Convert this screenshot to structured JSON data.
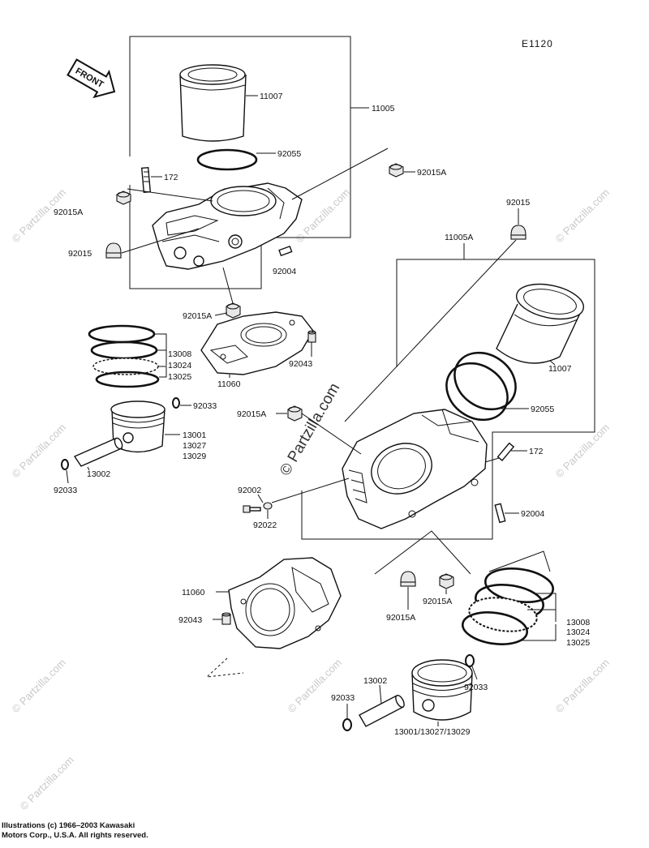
{
  "diagram": {
    "code": "E1120",
    "front_label": "FRONT",
    "watermark": "© Partzilla.com",
    "copyright_lines": [
      "Illustrations (c) 1966–2003 Kawasaki",
      "Motors Corp., U.S.A.  All rights reserved."
    ],
    "labels": {
      "l11007_top": "11007",
      "l11005": "11005",
      "l92055_top": "92055",
      "l172_top": "172",
      "l92015A_tr": "92015A",
      "l92015A_tl": "92015A",
      "l92015_left": "92015",
      "l92004_top": "92004",
      "l92015A_mid": "92015A",
      "l13008_l": "13008",
      "l13024_l": "13024",
      "l13025_l": "13025",
      "l11060_top": "11060",
      "l92043_top": "92043",
      "l92033_a": "92033",
      "l13001_l": "13001",
      "l13027_l": "13027",
      "l13029_l": "13029",
      "l13002_l": "13002",
      "l92033_b": "92033",
      "l92015_right": "92015",
      "l11005A": "11005A",
      "l11007_r": "11007",
      "l92055_r": "92055",
      "l92015A_c": "92015A",
      "l172_r": "172",
      "l92002": "92002",
      "l92022": "92022",
      "l92004_r": "92004",
      "l11060_b": "11060",
      "l92043_b": "92043",
      "l92015A_b1": "92015A",
      "l92015A_b2": "92015A",
      "l13008_r": "13008",
      "l13024_r": "13024",
      "l13025_r": "13025",
      "l13002_b": "13002",
      "l92033_c": "92033",
      "l92033_d": "92033",
      "l13001_b": "13001/13027/13029"
    }
  }
}
